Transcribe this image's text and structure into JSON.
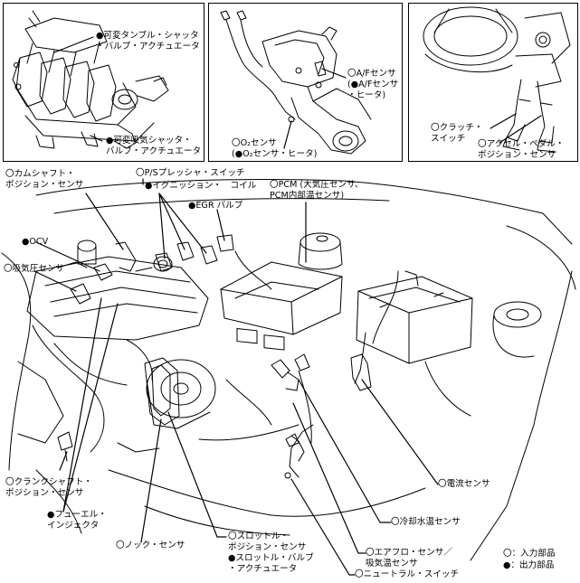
{
  "legend": {
    "input": "〇：入力部品",
    "output": "●：出力部品"
  },
  "labels": {
    "tumble_valve": [
      "●可変タンブル・シャッタ",
      "・バルブ・アクチュエータ"
    ],
    "intake_shutter": [
      "●可変吸気シャッタ・",
      "バルブ・アクチュエータ"
    ],
    "af_sensor": [
      "〇A/Fセンサ",
      "(●A/Fセンサ",
      "・ヒータ)"
    ],
    "o2_sensor": [
      "〇O₂センサ",
      "(●O₂センサ・ヒータ)"
    ],
    "clutch_switch": [
      "〇クラッチ・",
      "スイッチ"
    ],
    "accel_pedal": [
      "〇アクセル・ペダル・",
      "ポジション・センサ"
    ],
    "camshaft_sensor": [
      "〇カムシャフト・",
      "ポジション・センサ"
    ],
    "ps_switch": [
      "〇P/Sプレッシャ・スイッチ"
    ],
    "ignition_coil": [
      "●イグニッション・　コイル"
    ],
    "egr_valve": [
      "●EGR バルブ"
    ],
    "pcm": [
      "〇PCM (大気圧センサ、",
      "PCM内部温センサ)"
    ],
    "ocv": [
      "●OCV"
    ],
    "intake_pressure": [
      "〇吸気圧センサ"
    ],
    "crankshaft_sensor": [
      "〇クランクシャフト・",
      "ポジション・センサ"
    ],
    "fuel_injector": [
      "●フューエル・",
      "インジェクタ"
    ],
    "knock_sensor": [
      "〇ノック・センサ"
    ],
    "throttle": [
      "〇スロットル・",
      "ポジション・センサ",
      "●スロットル・バルブ",
      "・アクチュエータ"
    ],
    "current_sensor": [
      "〇電流センサ"
    ],
    "coolant_temp": [
      "〇冷却水温センサ"
    ],
    "airflow": [
      "〇エアフロ・センサ／",
      "吸気温センサ"
    ],
    "neutral_switch": [
      "〇ニュートラル・スイッチ"
    ]
  }
}
